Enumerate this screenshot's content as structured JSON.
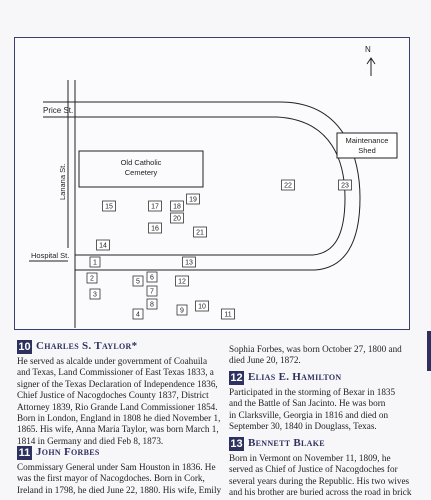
{
  "map": {
    "north_label": "N",
    "streets": {
      "price": "Price St.",
      "lanana": "Lanana St.",
      "hospital": "Hospital St."
    },
    "cemetery_label_line1": "Old Catholic",
    "cemetery_label_line2": "Cemetery",
    "maintenance_line1": "Maintenance",
    "maintenance_line2": "Shed",
    "plots": [
      "1",
      "2",
      "3",
      "4",
      "5",
      "6",
      "7",
      "8",
      "9",
      "10",
      "11",
      "12",
      "13",
      "14",
      "15",
      "16",
      "17",
      "18",
      "19",
      "20",
      "21",
      "22",
      "23"
    ]
  },
  "entries": {
    "e10": {
      "number": "10",
      "name": "Charles S. Taylor*",
      "body": "He served as alcalde under government of Coahuila\nand Texas, Land Commissioner of East Texas 1833, a\nsigner of the Texas Declaration of Independence 1836,\nChief Justice of Nacogdoches County 1837, District\nAttorney 1839, Rio Grande Land Commissioner 1854.\nBorn in London, England in 1808 he died November 1,\n1865.  His wife, Anna Maria Taylor, was born March 1,\n1814 in Germany and died Feb 8, 1873."
    },
    "e11": {
      "number": "11",
      "name": "John Forbes",
      "body": "Commissary General under Sam Houston in 1836.  He\nwas the first mayor of Nacogdoches. Born in Cork,\nIreland in 1798, he died June 22, 1880. His wife, Emily"
    },
    "continuation": "Sophia Forbes, was born October 27, 1800 and\ndied June 20, 1872.",
    "e12": {
      "number": "12",
      "name": "Elias E. Hamilton",
      "body": "Participated in the storming of Bexar in 1835\nand the Battle of San Jacinto.  He was born\nin Clarksville, Georgia in 1816 and died on\nSeptember 30, 1840 in Douglass, Texas."
    },
    "e13": {
      "number": "13",
      "name": "Bennett Blake",
      "body": "Born in Vermont on November 11, 1809, he\nserved as Chief of Justice of Nacogdoches for\nseveral years during the Republic. His two wives\nand his brother are buried across the road in brick"
    }
  }
}
